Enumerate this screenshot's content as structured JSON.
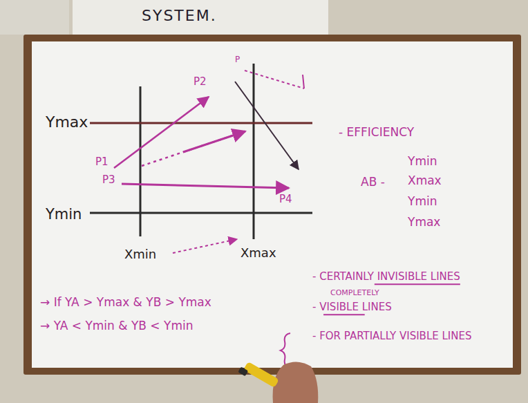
{
  "diagram": {
    "title": "SYSTEM.",
    "labels": [
      "Ymax",
      "Ymin",
      "Xmin",
      "Xmax",
      "P2",
      "P1",
      "P3",
      "P4",
      "P",
      "- EFFICIENCY",
      "AB -",
      "Ymin",
      "Xmax",
      "Ymin",
      "Ymax",
      "→ If YA > Ymax & YB > Ymax",
      "→ YA < Ymin & YB < Ymin",
      "- CERTAINLY INVISIBLE LINES",
      "COMPLETELY",
      "- VISIBLE LINES",
      "- FOR PARTIALLY VISIBLE LINES"
    ]
  }
}
